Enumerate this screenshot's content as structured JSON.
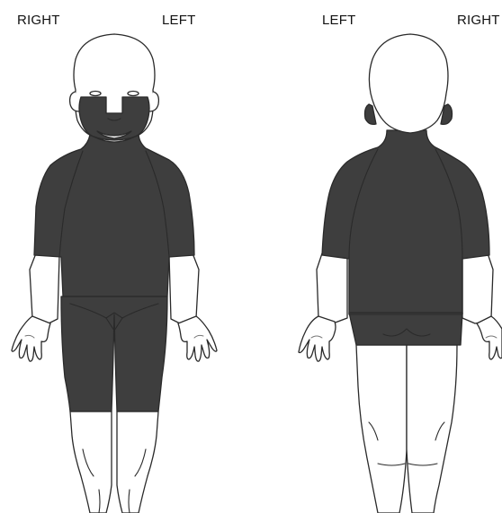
{
  "labels": {
    "front_right": "RIGHT",
    "front_left": "LEFT",
    "back_left": "LEFT",
    "back_right": "RIGHT"
  },
  "colors": {
    "shaded_region": "#3e3e3e",
    "outline": "#2a2a2a",
    "background": "#ffffff"
  }
}
